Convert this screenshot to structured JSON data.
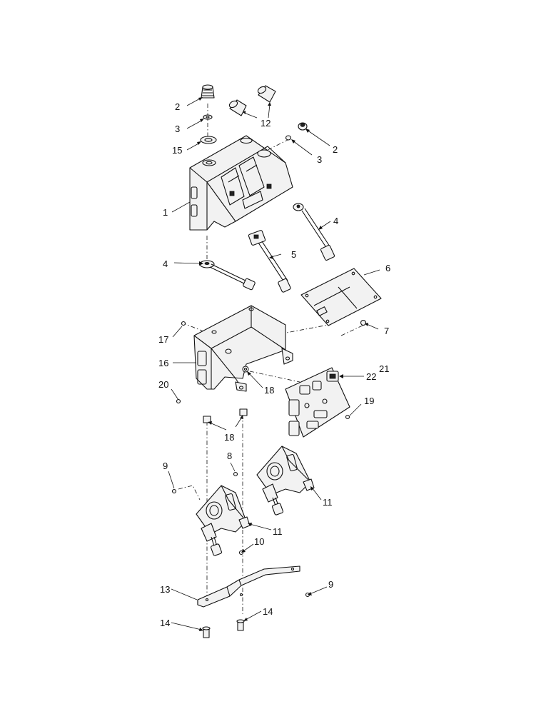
{
  "callouts": {
    "c1": "1",
    "c2a": "2",
    "c2b": "2",
    "c3a": "3",
    "c3b": "3",
    "c4a": "4",
    "c4b": "4",
    "c5": "5",
    "c6": "6",
    "c7": "7",
    "c8": "8",
    "c9a": "9",
    "c9b": "9",
    "c10": "10",
    "c11a": "11",
    "c11b": "11",
    "c12": "12",
    "c13": "13",
    "c14a": "14",
    "c14b": "14",
    "c15": "15",
    "c16": "16",
    "c17": "17",
    "c18a": "18",
    "c18b": "18",
    "c19": "19",
    "c20": "20",
    "c21": "21",
    "c22": "22"
  }
}
